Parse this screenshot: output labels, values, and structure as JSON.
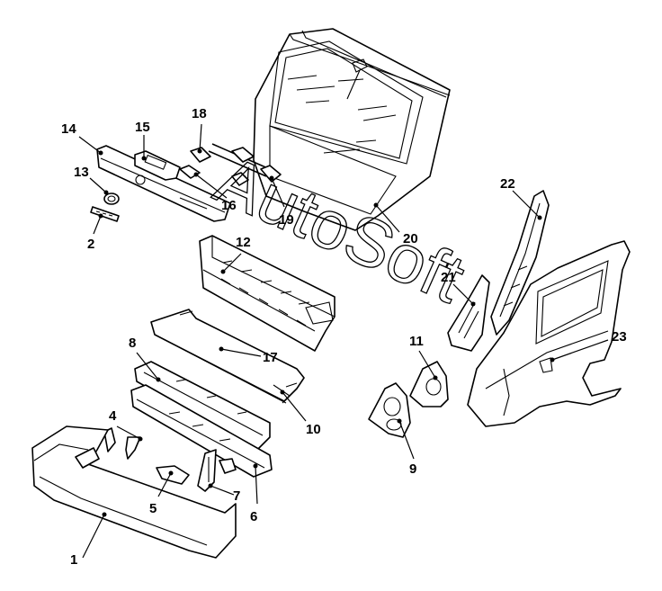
{
  "watermark": "AutoSoft",
  "callouts": [
    {
      "id": "1",
      "label": "1"
    },
    {
      "id": "2",
      "label": "2"
    },
    {
      "id": "4",
      "label": "4"
    },
    {
      "id": "5",
      "label": "5"
    },
    {
      "id": "6",
      "label": "6"
    },
    {
      "id": "7",
      "label": "7"
    },
    {
      "id": "8",
      "label": "8"
    },
    {
      "id": "9",
      "label": "9"
    },
    {
      "id": "10",
      "label": "10"
    },
    {
      "id": "11",
      "label": "11"
    },
    {
      "id": "12",
      "label": "12"
    },
    {
      "id": "13",
      "label": "13"
    },
    {
      "id": "14",
      "label": "14"
    },
    {
      "id": "15",
      "label": "15"
    },
    {
      "id": "16",
      "label": "16"
    },
    {
      "id": "17",
      "label": "17"
    },
    {
      "id": "18",
      "label": "18"
    },
    {
      "id": "19",
      "label": "19"
    },
    {
      "id": "20",
      "label": "20"
    },
    {
      "id": "21",
      "label": "21"
    },
    {
      "id": "22",
      "label": "22"
    },
    {
      "id": "23",
      "label": "23"
    }
  ]
}
